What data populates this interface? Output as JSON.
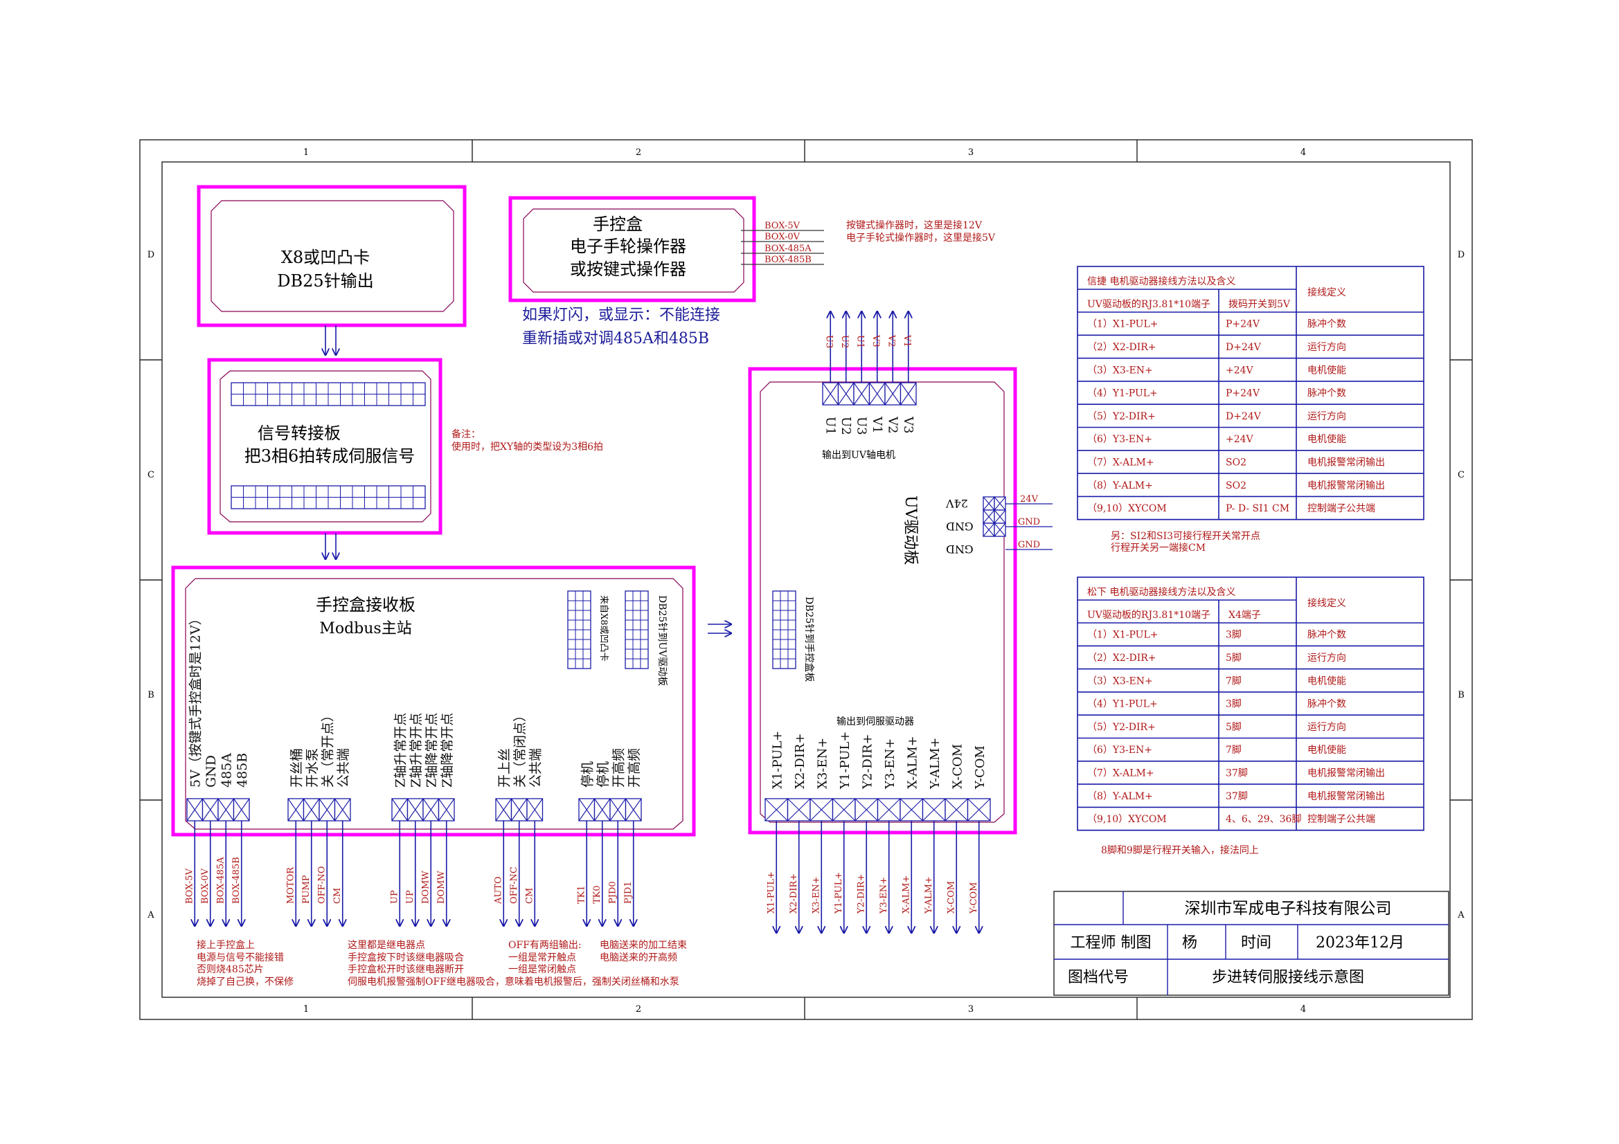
{
  "frame": {
    "cols": [
      "1",
      "2",
      "3",
      "4"
    ],
    "rows": [
      "D",
      "C",
      "B",
      "A"
    ]
  },
  "blocks": {
    "x8card": {
      "line1": "X8或凹凸卡",
      "line2": "DB25针输出"
    },
    "handbox": {
      "line1": "手控盒",
      "line2": "电子手轮操作器",
      "line3": "或按键式操作器",
      "outputs": [
        "BOX-5V",
        "BOX-0V",
        "BOX-485A",
        "BOX-485B"
      ],
      "note1": "按键式操作器时，这里是接12V",
      "note2": "电子手轮式操作器时，这里是接5V"
    },
    "blink_note": {
      "line1": "如果灯闪，或显示：不能连接",
      "line2": "重新插或对调485A和485B"
    },
    "signal_board": {
      "line1": "信号转接板",
      "line2": "把3相6拍转成伺服信号",
      "remark1": "备注：",
      "remark2": "使用时，把XY轴的类型设为3相6拍"
    },
    "receiver": {
      "title1": "手控盒接收板",
      "title2": "Modbus主站",
      "from_card": "来自X8或凹凸卡",
      "to_uv": "DB25针到UV驱动板",
      "terminal_labels": [
        "5V（按键式手控盒时是12V）",
        "GND",
        "485A",
        "485B",
        "开丝桶",
        "开水泵",
        "关（常开点）",
        "公共端",
        "Z轴升常开点",
        "Z轴升常开点",
        "Z轴降常开点",
        "Z轴降常开点",
        "开上丝",
        "关（常闭点）",
        "公共端",
        "停机",
        "停机",
        "开高频",
        "开高频"
      ],
      "wire_labels": [
        "BOX-5V",
        "BOX-0V",
        "BOX-485A",
        "BOX-485B",
        "MOTOR",
        "PUMP",
        "OFF-NO",
        "CM",
        "UP",
        "UP",
        "DOMW",
        "DOMW",
        "AUTO",
        "OFF-NC",
        "CM",
        "TK1",
        "TK0",
        "PJD0",
        "PJD1"
      ],
      "note_a": [
        "接上手控盒上",
        "电源与信号不能接错",
        "否则烧485芯片",
        "烧掉了自己换，不保修"
      ],
      "note_b": [
        "这里都是继电器点",
        "手控盒按下时该继电器吸合",
        "手控盒松开时该继电器断开",
        "伺服电机报警强制OFF继电器吸合，意味着电机报警后，强制关闭丝桶和水泵"
      ],
      "note_c": [
        "OFF有两组输出:",
        "一组是常开触点",
        "一组是常闭触点"
      ],
      "note_d": [
        "电脑送来的加工结束",
        "电脑送来的开高频"
      ]
    },
    "uv_board": {
      "title": "UV驱动板",
      "top_labels": [
        "U1",
        "U2",
        "U3",
        "V1",
        "V2",
        "V3"
      ],
      "top_wires": [
        "U3",
        "U2",
        "U1",
        "V3",
        "V2",
        "V1"
      ],
      "uv_motor": "输出到UV轴电机",
      "power_labels": [
        "24V",
        "GND",
        "GND"
      ],
      "power_wires": [
        "24V",
        "GND",
        "GND"
      ],
      "db25": "DB25针到手控盒板",
      "servo_out": "输出到伺服驱动器",
      "bottom_labels": [
        "X1-PUL+",
        "X2-DIR+",
        "X3-EN+",
        "Y1-PUL+",
        "Y2-DIR+",
        "Y3-EN+",
        "X-ALM+",
        "Y-ALM+",
        "X-COM",
        "Y-COM"
      ],
      "bottom_wires": [
        "X1-PUL+",
        "X2-DIR+",
        "X3-EN+",
        "Y1-PUL+",
        "Y2-DIR+",
        "Y3-EN+",
        "X-ALM+",
        "Y-ALM+",
        "X-COM",
        "Y-COM"
      ]
    }
  },
  "table1": {
    "title": "信捷 电机驱动器接线方法以及含义",
    "h1": "UV驱动板的RJ3.81*10端子",
    "h2": "拨码开关到5V",
    "h3": "接线定义",
    "rows": [
      [
        "（1）X1-PUL+",
        "P+24V",
        "脉冲个数"
      ],
      [
        "（2）X2-DIR+",
        "D+24V",
        "运行方向"
      ],
      [
        "（3）X3-EN+",
        "+24V",
        "电机使能"
      ],
      [
        "（4）Y1-PUL+",
        "P+24V",
        "脉冲个数"
      ],
      [
        "（5）Y2-DIR+",
        "D+24V",
        "运行方向"
      ],
      [
        "（6）Y3-EN+",
        "+24V",
        "电机使能"
      ],
      [
        "（7）X-ALM+",
        "SO2",
        "电机报警常闭输出"
      ],
      [
        "（8）Y-ALM+",
        "SO2",
        "电机报警常闭输出"
      ],
      [
        "（9,10）XYCOM",
        "P- D- SI1 CM",
        "控制端子公共端"
      ]
    ],
    "note1": "另：SI2和SI3可接行程开关常开点",
    "note2": "行程开关另一端接CM"
  },
  "table2": {
    "title": "松下 电机驱动器接线方法以及含义",
    "h1": "UV驱动板的RJ3.81*10端子",
    "h2": "X4端子",
    "h3": "接线定义",
    "rows": [
      [
        "（1）X1-PUL+",
        "3脚",
        "脉冲个数"
      ],
      [
        "（2）X2-DIR+",
        "5脚",
        "运行方向"
      ],
      [
        "（3）X3-EN+",
        "7脚",
        "电机使能"
      ],
      [
        "（4）Y1-PUL+",
        "3脚",
        "脉冲个数"
      ],
      [
        "（5）Y2-DIR+",
        "5脚",
        "运行方向"
      ],
      [
        "（6）Y3-EN+",
        "7脚",
        "电机使能"
      ],
      [
        "（7）X-ALM+",
        "37脚",
        "电机报警常闭输出"
      ],
      [
        "（8）Y-ALM+",
        "37脚",
        "电机报警常闭输出"
      ],
      [
        "（9,10）XYCOM",
        "4、6、29、36脚",
        "控制端子公共端"
      ]
    ],
    "note": "8脚和9脚是行程开关输入，接法同上"
  },
  "title_block": {
    "company": "深圳市军成电子科技有限公司",
    "engineer": "工程师 制图",
    "drawer": "杨",
    "time_label": "时间",
    "date": "2023年12月",
    "doc_label": "图档代号",
    "doc_title": "步进转伺服接线示意图"
  },
  "colors": {
    "magenta": "#ff00ff",
    "blue": "#1a1aa8",
    "red": "#b01818"
  }
}
